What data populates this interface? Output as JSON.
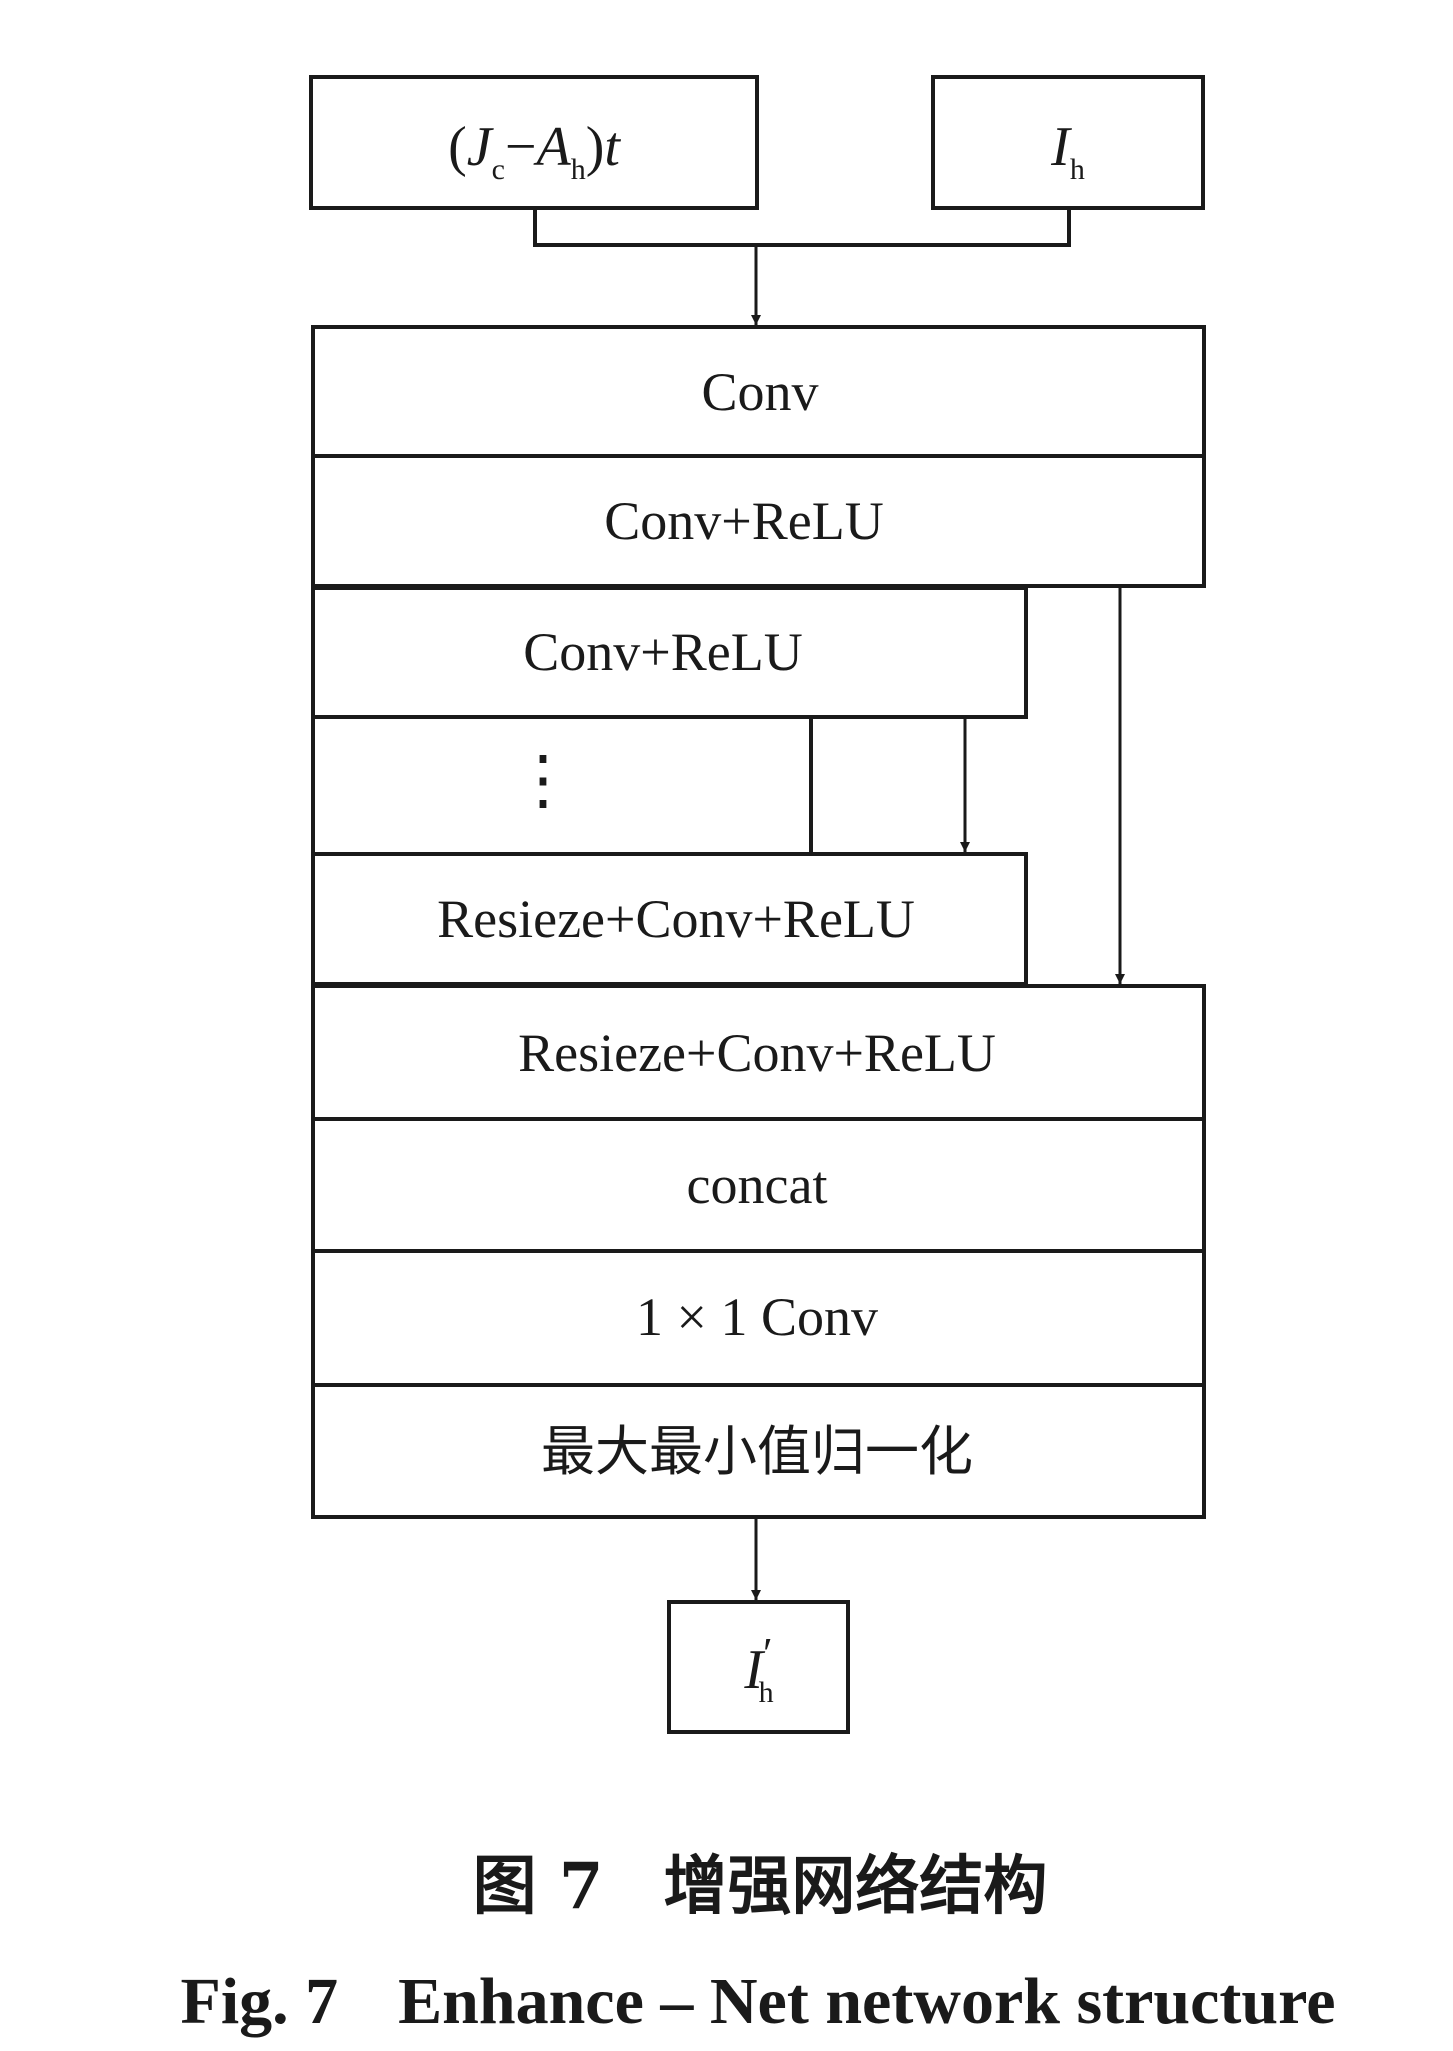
{
  "inputs": {
    "left": {
      "open": "(",
      "J": "J",
      "J_sub": "c",
      "minus": "−",
      "A": "A",
      "A_sub": "h",
      "close": ")",
      "t": "t"
    },
    "right": {
      "I": "I",
      "I_sub": "h"
    }
  },
  "layers": [
    "Conv",
    "Conv+ReLU",
    "Conv+ReLU",
    "⋮",
    "Resieze+Conv+ReLU",
    "Resieze+Conv+ReLU",
    "concat",
    "1 × 1 Conv",
    "最大最小值归一化"
  ],
  "output": {
    "I": "I",
    "prime": "′",
    "I_sub": "h"
  },
  "caption": {
    "cn_fig": "图 7",
    "cn_title": "增强网络结构",
    "en_fig": "Fig. 7",
    "en_title": "Enhance – Net network structure"
  }
}
